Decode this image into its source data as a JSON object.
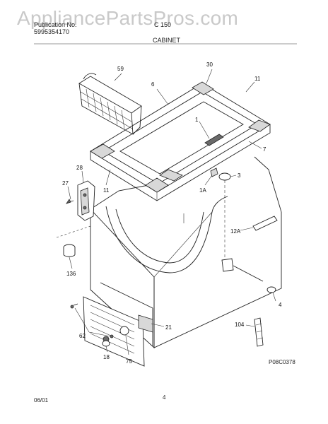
{
  "watermark": "AppliancePartsPros.com",
  "header": {
    "publication_label": "Publication No.",
    "publication_number": "5995354170",
    "model": "C 150",
    "section": "CABINET"
  },
  "callouts": {
    "c59": "59",
    "c30": "30",
    "c6": "6",
    "c11a": "11",
    "c1": "1",
    "c7": "7",
    "c3": "3",
    "c28": "28",
    "c27": "27",
    "c11b": "11",
    "c1a": "1A",
    "c12a": "12A",
    "c136": "136",
    "c4": "4",
    "c21": "21",
    "c104": "104",
    "c62": "62",
    "c18": "18",
    "c75": "75"
  },
  "diagram_code": "P08C0378",
  "footer": {
    "date": "06/01",
    "page": "4"
  }
}
